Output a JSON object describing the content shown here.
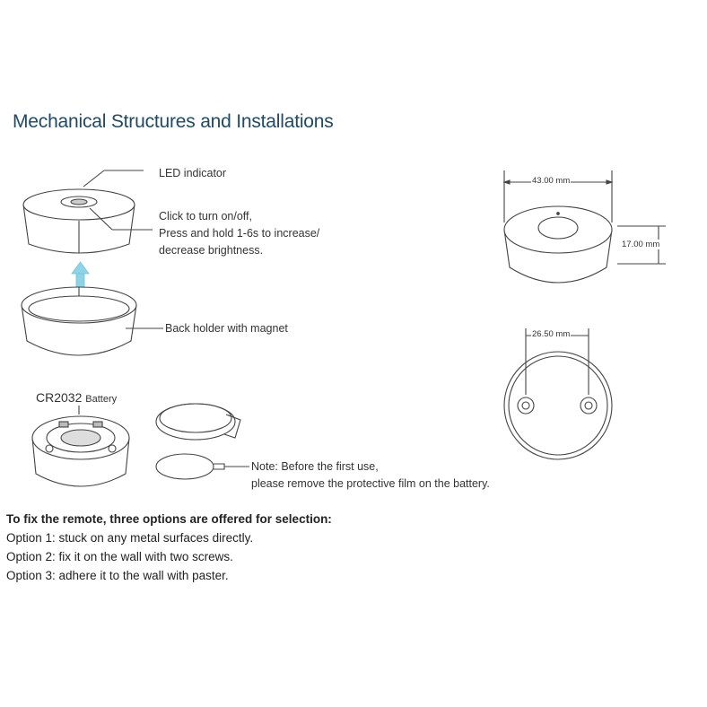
{
  "title": "Mechanical Structures and Installations",
  "labels": {
    "led": "LED indicator",
    "click_lines": [
      "Click to turn on/off,",
      "Press and hold 1-6s to increase/",
      "decrease brightness."
    ],
    "back_holder": "Back holder with magnet",
    "battery": "CR2032",
    "battery_suffix": "Battery",
    "note_lines": [
      "Note: Before the first use,",
      "please remove the protective film on the battery."
    ]
  },
  "dimensions": {
    "diameter": "43.00 mm",
    "height": "17.00 mm",
    "hole_spacing": "26.50 mm"
  },
  "options": {
    "heading": "To fix the remote, three options are offered for selection:",
    "items": [
      "Option 1: stuck on any metal surfaces directly.",
      "Option 2: fix it on the wall with two screws.",
      "Option 3: adhere it to the wall with paster."
    ]
  },
  "colors": {
    "title": "#1e4a66",
    "arrow": "#8fd3e6",
    "line": "#444444"
  }
}
